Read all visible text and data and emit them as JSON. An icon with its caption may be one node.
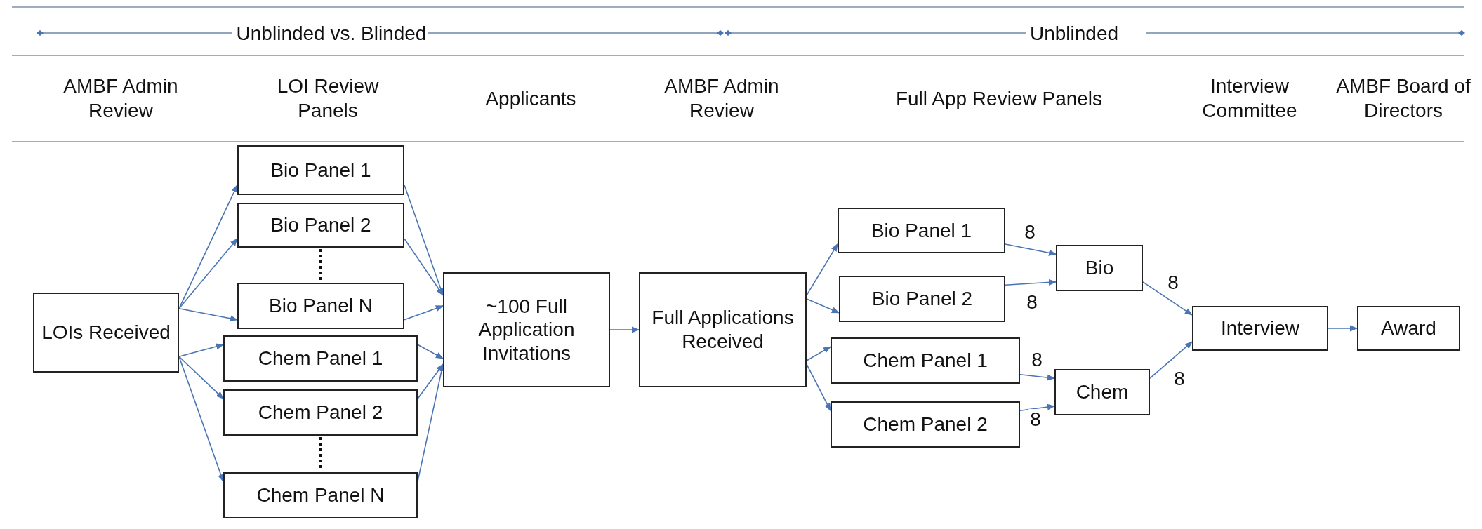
{
  "diagram": {
    "nodes": [
      {
        "text": [
          "LOIs Received"
        ]
      },
      {
        "text": [
          "Bio Panel 1"
        ]
      },
      {
        "text": [
          "Bio Panel 2"
        ]
      },
      {
        "text": [
          "Bio Panel N"
        ]
      },
      {
        "text": [
          "Chem Panel 1"
        ]
      },
      {
        "text": [
          "Chem Panel 2"
        ]
      },
      {
        "text": [
          "Chem Panel N"
        ]
      },
      {
        "text": [
          "~100 Full Application Invitations"
        ]
      },
      {
        "text": [
          "Full Applications Received"
        ]
      },
      {
        "text": [
          "Bio Panel 1"
        ]
      },
      {
        "text": [
          "Bio Panel 2"
        ]
      },
      {
        "text": [
          "Chem Panel 1"
        ]
      },
      {
        "text": [
          "Chem Panel 2"
        ]
      },
      {
        "text": [
          "Bio"
        ]
      },
      {
        "text": [
          "Chem"
        ]
      },
      {
        "text": [
          "Interview"
        ]
      },
      {
        "text": [
          "Award"
        ]
      }
    ],
    "edges": [
      {
        "from": 0,
        "to": 1,
        "arrow": "to"
      },
      {
        "from": 0,
        "to": 2,
        "arrow": "to"
      },
      {
        "from": 0,
        "to": 3,
        "arrow": "to"
      },
      {
        "from": 0,
        "to": 4,
        "arrow": "to"
      },
      {
        "from": 0,
        "to": 5,
        "arrow": "to"
      },
      {
        "from": 0,
        "to": 6,
        "arrow": "to"
      },
      {
        "from": 1,
        "to": 7,
        "arrow": "to"
      },
      {
        "from": 2,
        "to": 7,
        "arrow": "to"
      },
      {
        "from": 3,
        "to": 7,
        "arrow": "to"
      },
      {
        "from": 4,
        "to": 7,
        "arrow": "to"
      },
      {
        "from": 5,
        "to": 7,
        "arrow": "to"
      },
      {
        "from": 6,
        "to": 7,
        "arrow": "to"
      },
      {
        "from": 7,
        "to": 8,
        "arrow": "to"
      },
      {
        "from": 8,
        "to": 9,
        "arrow": "to"
      },
      {
        "from": 8,
        "to": 10,
        "arrow": "to"
      },
      {
        "from": 8,
        "to": 11,
        "arrow": "to"
      },
      {
        "from": 8,
        "to": 12,
        "arrow": "to"
      },
      {
        "from": 9,
        "to": 13,
        "label": "8",
        "arrow": "to"
      },
      {
        "from": 10,
        "to": 13,
        "label": "8",
        "arrow": "to"
      },
      {
        "from": 11,
        "to": 14,
        "label": "8",
        "arrow": "to"
      },
      {
        "from": 12,
        "to": 14,
        "label": "8",
        "arrow": "to"
      },
      {
        "from": 13,
        "to": 15,
        "label": "8",
        "arrow": "to"
      },
      {
        "from": 14,
        "to": 15,
        "label": "8",
        "arrow": "to"
      },
      {
        "from": 15,
        "to": 16,
        "arrow": "to"
      }
    ],
    "labels": [
      "Unblinded vs. Blinded",
      "Unblinded",
      "AMBF Admin Review",
      "LOI Review Panels",
      "Applicants",
      "AMBF Admin Review",
      "Full App Review Panels",
      "Interview Committee",
      "AMBF Board of Directors"
    ]
  }
}
